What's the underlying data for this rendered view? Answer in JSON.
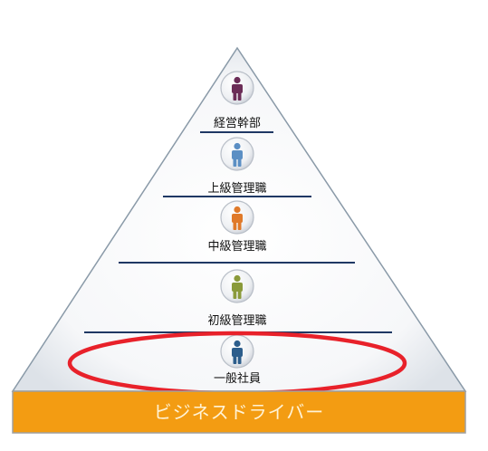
{
  "levels": [
    {
      "label": "経営幹部",
      "icon": "person-icon",
      "color": "#6b2d57"
    },
    {
      "label": "上級管理職",
      "icon": "person-icon",
      "color": "#5b8fc4"
    },
    {
      "label": "中級管理職",
      "icon": "person-icon",
      "color": "#e07a2a"
    },
    {
      "label": "初級管理職",
      "icon": "person-icon",
      "color": "#8a9a3a"
    },
    {
      "label": "一般社員",
      "icon": "person-icon",
      "color": "#2d5e8c"
    }
  ],
  "base": {
    "label": "ビジネスドライバー",
    "fill": "#f39c12",
    "text_color": "#fff3d6"
  },
  "highlight": {
    "target": "一般社員",
    "color": "#e8212a"
  },
  "colors": {
    "pyramid_outline": "#8a9aa8",
    "divider": "#1f3864"
  }
}
